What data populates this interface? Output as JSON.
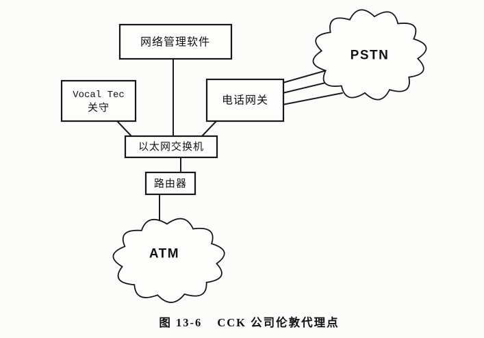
{
  "figure": {
    "caption_prefix": "图 13-6",
    "caption_title": "CCK 公司伦敦代理点"
  },
  "nodes": {
    "nms": {
      "label": "网络管理软件"
    },
    "gatekeeper": {
      "label_line1": "Vocal Tec",
      "label_line2": "关守"
    },
    "gateway": {
      "label": "电话网关"
    },
    "ethernet_switch": {
      "label": "以太网交换机"
    },
    "router": {
      "label": "路由器"
    },
    "atm": {
      "label": "ATM"
    },
    "pstn": {
      "label": "PSTN"
    }
  },
  "colors": {
    "line": "#1a1a1a",
    "box_border": "#161616",
    "background": "#fcfcfa",
    "text": "#111111"
  }
}
